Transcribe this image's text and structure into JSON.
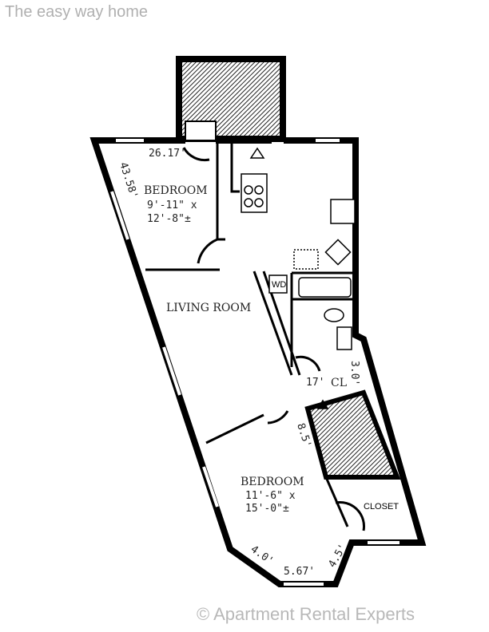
{
  "header": {
    "text": "The easy way home"
  },
  "watermark": {
    "text": "© Apartment Rental Experts"
  },
  "rooms": {
    "bedroom1": {
      "name": "BEDROOM",
      "dim1": "9'-11\" x",
      "dim2": "12'-8\"±"
    },
    "living": {
      "name": "LIVING ROOM"
    },
    "wd": "WD",
    "cl": "CL",
    "bedroom2": {
      "name": "BEDROOM",
      "dim1": "11'-6\" x",
      "dim2": "15'-0\"±"
    },
    "closet": "CLOSET"
  },
  "dimensions": {
    "top": "26.17'",
    "left": "43.58'",
    "cl_left": "17'",
    "cl_right": "3.0'",
    "bed2_side": "8.5'",
    "bay_left": "4.0'",
    "bay_mid": "5.67'",
    "bay_right": "4.5'"
  },
  "colors": {
    "wall": "#000000",
    "hatch": "#333333"
  }
}
